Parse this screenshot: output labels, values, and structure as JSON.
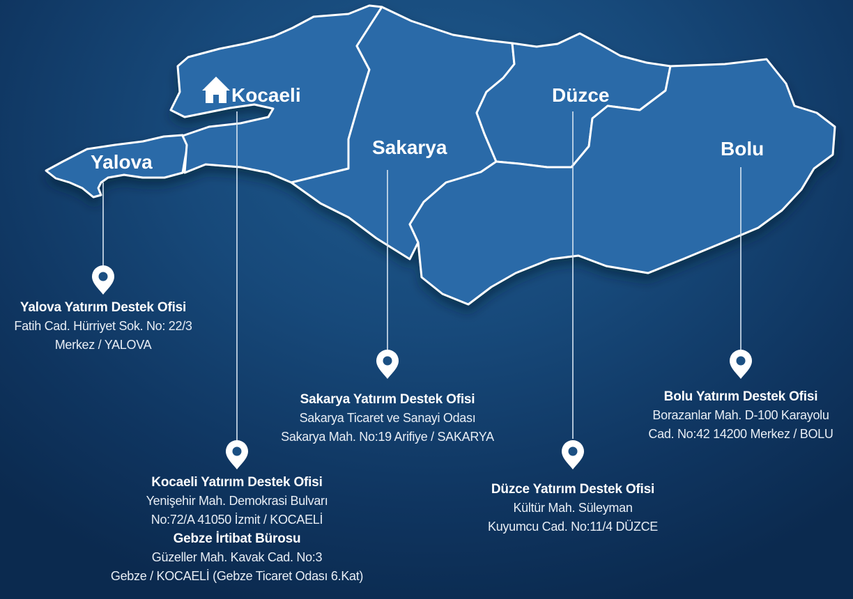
{
  "regions": {
    "kocaeli": "Kocaeli",
    "yalova": "Yalova",
    "sakarya": "Sakarya",
    "duzce": "Düzce",
    "bolu": "Bolu"
  },
  "offices": {
    "yalova": {
      "name": "Yalova Yatırım Destek Ofisi",
      "address": [
        "Fatih Cad. Hürriyet Sok. No: 22/3",
        "Merkez / YALOVA"
      ]
    },
    "sakarya": {
      "name": "Sakarya Yatırım Destek Ofisi",
      "address": [
        "Sakarya Ticaret ve Sanayi Odası",
        "Sakarya Mah. No:19 Arifiye / SAKARYA"
      ]
    },
    "kocaeli": {
      "name": "Kocaeli Yatırım Destek Ofisi",
      "address": [
        "Yenişehir Mah. Demokrasi Bulvarı",
        "No:72/A 41050 İzmit / KOCAELİ"
      ]
    },
    "gebze": {
      "name": "Gebze İrtibat Bürosu",
      "address": [
        "Güzeller Mah. Kavak Cad. No:3",
        "Gebze / KOCAELİ (Gebze Ticaret Odası 6.Kat)"
      ]
    },
    "duzce": {
      "name": "Düzce Yatırım Destek Ofisi",
      "address": [
        "Kültür Mah. Süleyman",
        "Kuyumcu Cad. No:11/4 DÜZCE"
      ]
    },
    "bolu": {
      "name": "Bolu Yatırım Destek Ofisi",
      "address": [
        "Borazanlar Mah. D-100 Karayolu",
        "Cad. No:42 14200 Merkez / BOLU"
      ]
    }
  },
  "icons": {
    "home": "home-icon",
    "pin": "location-pin-icon"
  },
  "colors": {
    "background": "#0f3560",
    "province_fill": "#2a6aa8",
    "border": "#ffffff"
  }
}
